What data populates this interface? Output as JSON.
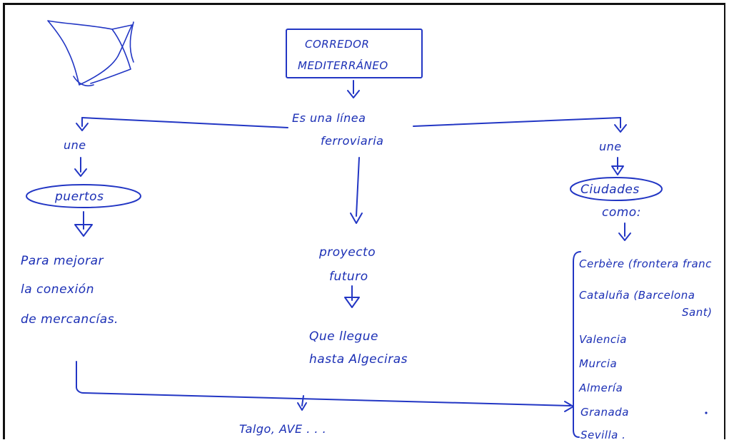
{
  "diagram": {
    "title_line1": "CORREDOR",
    "title_line2": "MEDITERRÁNEO",
    "definition_line1": "Es una línea",
    "definition_line2": "ferroviaria",
    "left": {
      "connector": "une",
      "node": "puertos",
      "purpose_line1": "Para mejorar",
      "purpose_line2": "la conexión",
      "purpose_line3": "de mercancías."
    },
    "center": {
      "node_line1": "proyecto",
      "node_line2": "futuro",
      "goal_line1": "Que llegue",
      "goal_line2": "hasta Algeciras"
    },
    "right": {
      "connector": "une",
      "node": "Ciudades",
      "qualifier": "como:",
      "cities": [
        "Cerbère (frontera franc",
        "Cataluña (Barcelona",
        "Valencia",
        "Murcia",
        "Almería",
        "Granada",
        "Sevilla ."
      ],
      "cataluna_extra": "Sant)"
    },
    "bottom_note": "Talgo, AVE . . ."
  },
  "colors": {
    "ink": "#1b2fb5",
    "border": "#111111",
    "paper": "#ffffff"
  }
}
